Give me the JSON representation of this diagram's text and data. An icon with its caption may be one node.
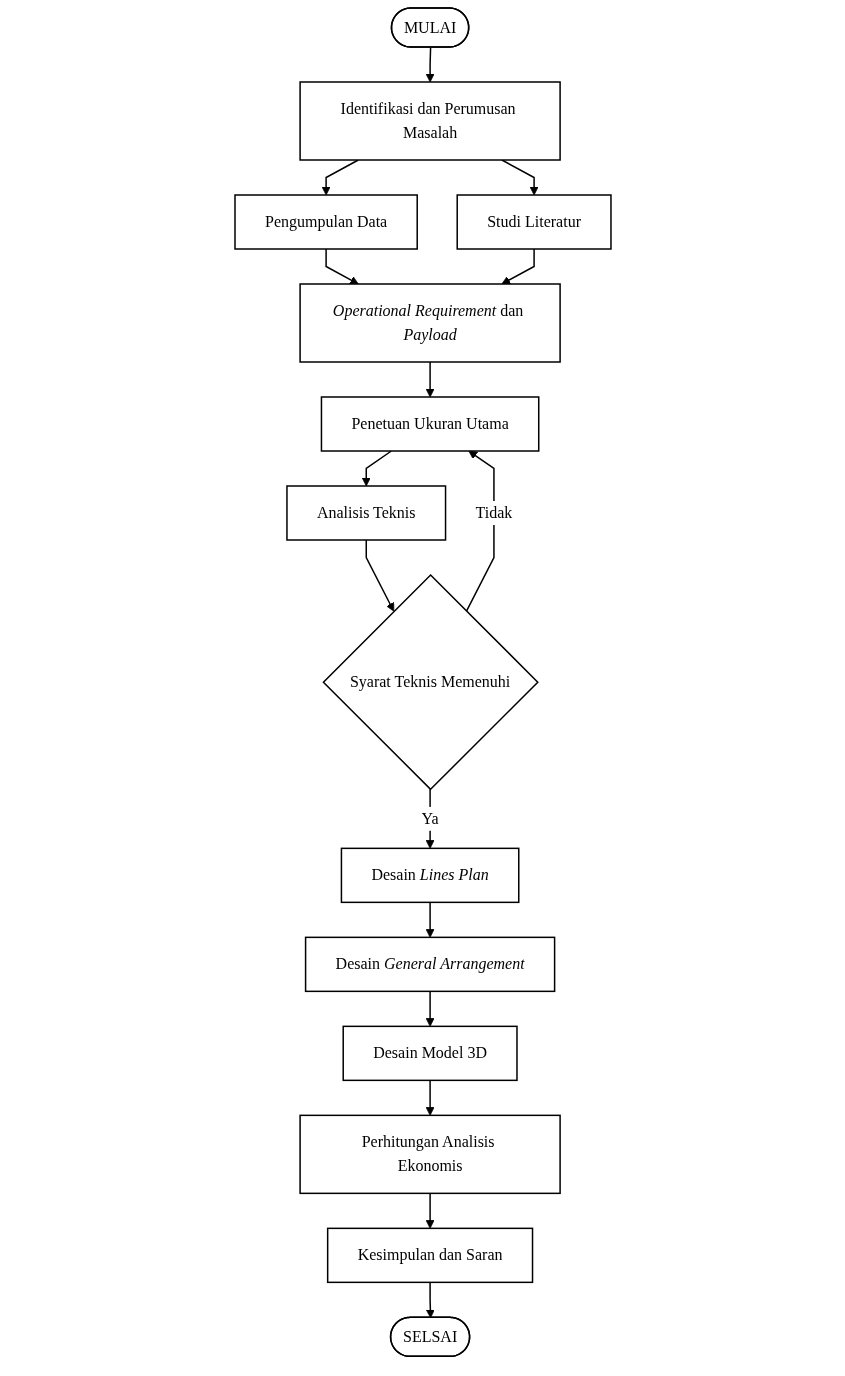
{
  "diagram": {
    "nodes": [
      {
        "text": [
          "MULAI"
        ]
      },
      {
        "text": [
          "Identifikasi dan Perumusan Masalah"
        ]
      },
      {
        "text": [
          "Pengumpulan Data"
        ]
      },
      {
        "text": [
          "Studi Literatur"
        ]
      },
      {
        "text": [
          "*Operational Requirement* dan *Payload*"
        ]
      },
      {
        "text": [
          "Penetuan Ukuran Utama"
        ]
      },
      {
        "text": [
          "Analisis Teknis"
        ]
      },
      {
        "text": [
          "Syarat Teknis Memenuhi"
        ]
      },
      {
        "text": [
          "Desain *Lines Plan*"
        ]
      },
      {
        "text": [
          "Desain *General Arrangement*"
        ]
      },
      {
        "text": [
          "Desain Model 3D"
        ]
      },
      {
        "text": [
          "Perhitungan Analisis Ekonomis"
        ]
      },
      {
        "text": [
          "Kesimpulan dan Saran"
        ]
      },
      {
        "text": [
          "SELSAI"
        ]
      }
    ],
    "edges": [
      {
        "from": 0,
        "to": 1,
        "arrow": "to"
      },
      {
        "from": 1,
        "to": 2,
        "arrow": "to"
      },
      {
        "from": 1,
        "to": 3,
        "arrow": "to"
      },
      {
        "from": 2,
        "to": 4,
        "arrow": "to"
      },
      {
        "from": 3,
        "to": 4,
        "arrow": "to"
      },
      {
        "from": 4,
        "to": 5,
        "arrow": "to"
      },
      {
        "from": 5,
        "to": 6,
        "arrow": "to"
      },
      {
        "from": 6,
        "to": 7,
        "arrow": "to"
      },
      {
        "from": 7,
        "to": 5,
        "label": "Tidak",
        "arrow": "to"
      },
      {
        "from": 7,
        "to": 8,
        "label": "Ya",
        "arrow": "to"
      },
      {
        "from": 8,
        "to": 9,
        "arrow": "to"
      },
      {
        "from": 9,
        "to": 10,
        "arrow": "to"
      },
      {
        "from": 10,
        "to": 11,
        "arrow": "to"
      },
      {
        "from": 11,
        "to": 12,
        "arrow": "to"
      },
      {
        "from": 12,
        "to": 13,
        "arrow": "to"
      }
    ]
  }
}
